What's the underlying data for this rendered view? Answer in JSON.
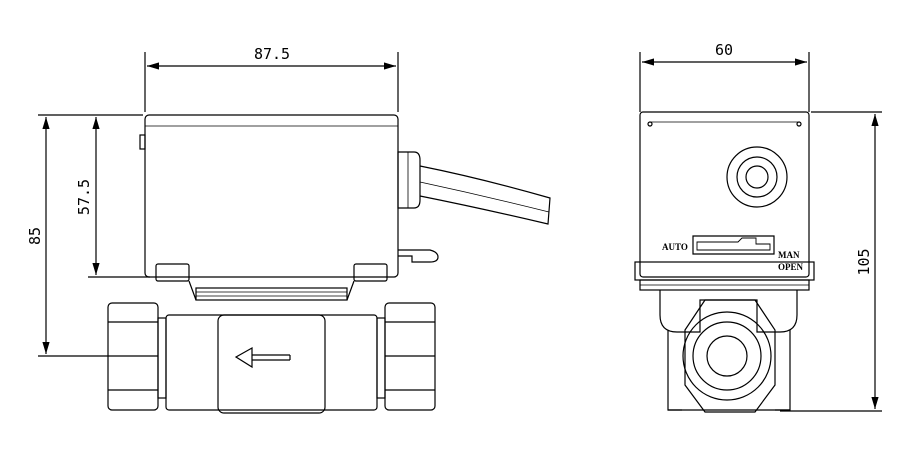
{
  "front_view": {
    "dim_width": "87.5",
    "dim_height_total": "85",
    "dim_height_actuator": "57.5"
  },
  "side_view": {
    "dim_width": "60",
    "dim_height": "105",
    "label_auto": "AUTO",
    "label_man": "MAN",
    "label_open": "OPEN"
  }
}
